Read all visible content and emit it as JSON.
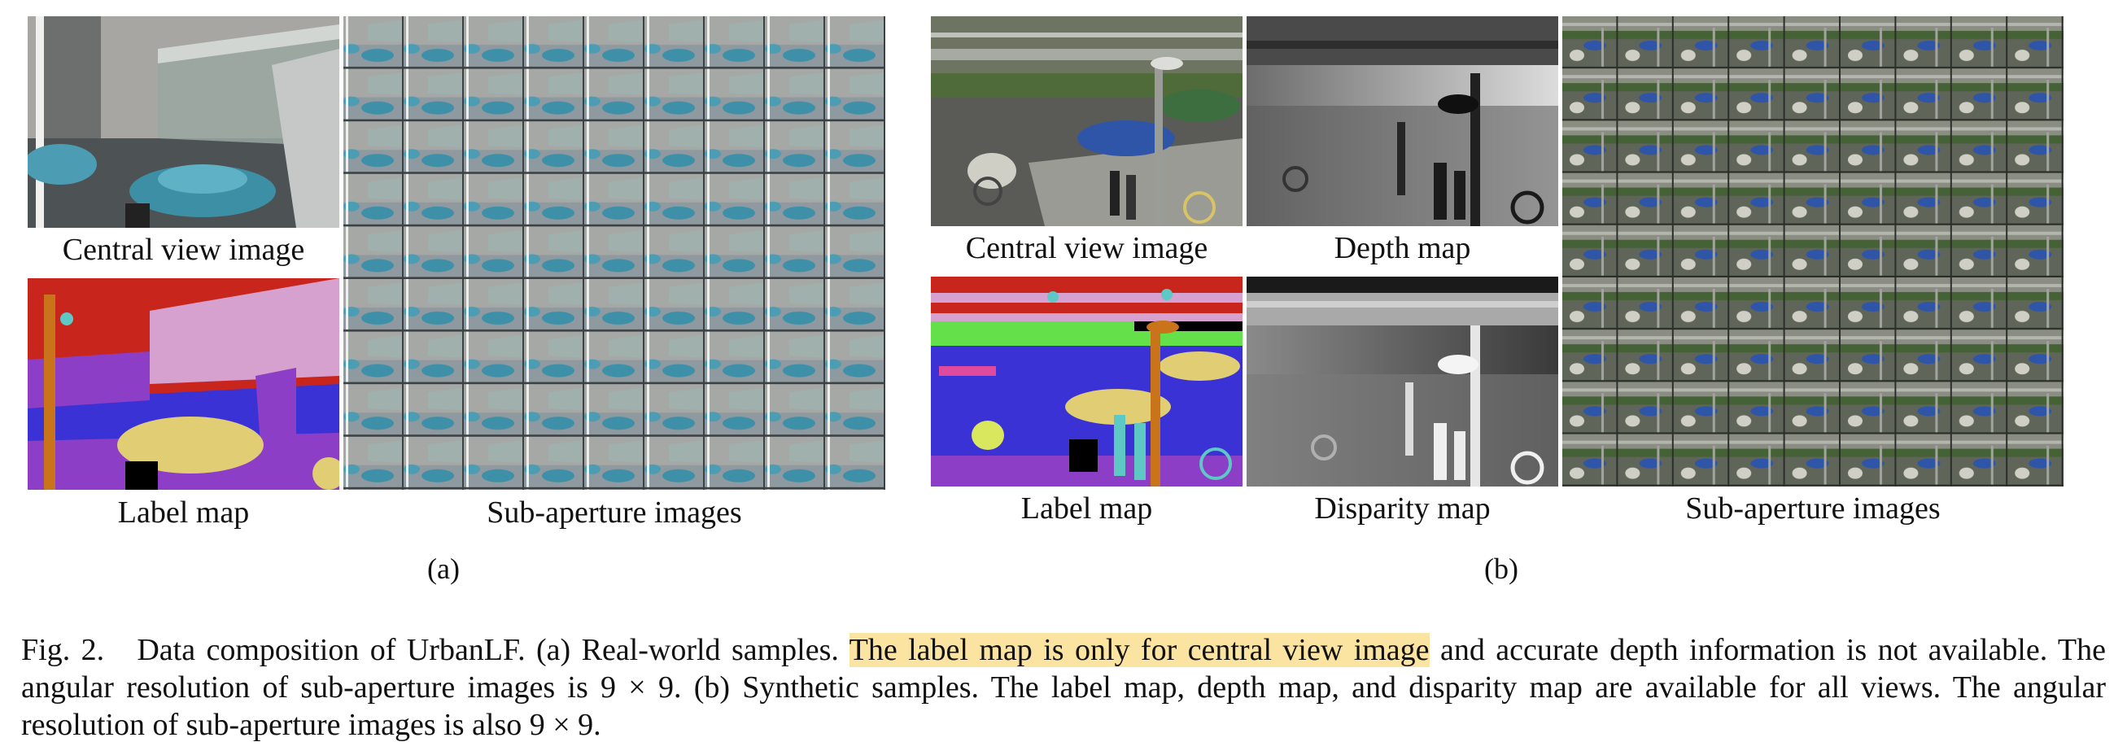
{
  "figure": {
    "part_a": {
      "label": "(a)",
      "central_caption": "Central view image",
      "label_map_caption": "Label map",
      "sai_caption": "Sub-aperture images"
    },
    "part_b": {
      "label": "(b)",
      "central_caption": "Central view image",
      "depth_caption": "Depth map",
      "label_map_caption": "Label map",
      "disparity_caption": "Disparity map",
      "sai_caption": "Sub-aperture images"
    },
    "angular_resolution": "9 × 9",
    "colors": {
      "label_red": "#c8261c",
      "label_purple": "#8c3ec7",
      "label_blue": "#3a32d4",
      "label_pink": "#d7a1cf",
      "label_yellow": "#e0cd74",
      "label_orange": "#c9741a",
      "label_green": "#63e04a",
      "highlight": "#fbe3a2"
    }
  },
  "caption": {
    "prefix": "Fig. 2.",
    "part1": "Data composition of UrbanLF. (a) Real-world samples.",
    "highlighted": "The label map is only for central view image",
    "part2": "and accurate depth information is not available. The angular resolution of sub-aperture images is 9 × 9. (b) Synthetic samples. The label map, depth map, and disparity map are available for all views. The angular resolution of sub-aperture images is also 9 × 9."
  }
}
